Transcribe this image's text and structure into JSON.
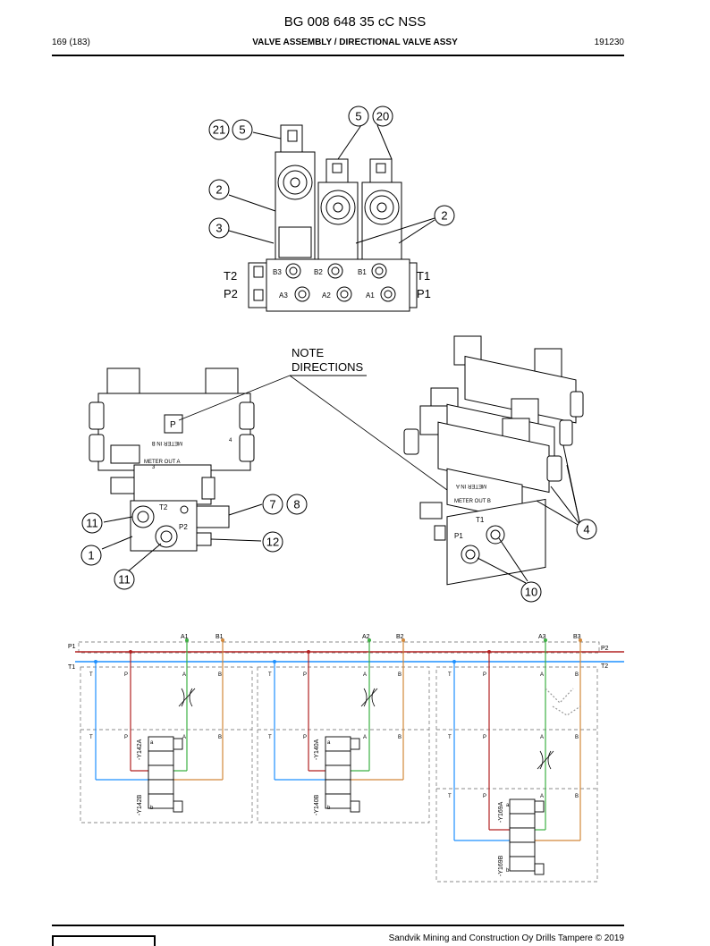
{
  "header": {
    "doc_title": "BG 008 648 35 cC NSS",
    "page": "169 (183)",
    "section": "VALVE ASSEMBLY / DIRECTIONAL VALVE ASSY",
    "date_code": "191230"
  },
  "top_view": {
    "port_labels": [
      "T2",
      "P2",
      "T1",
      "P1"
    ],
    "valve_port_labels": [
      "B3",
      "B2",
      "B1",
      "A3",
      "A2",
      "A1"
    ]
  },
  "callouts": {
    "c21": "21",
    "c5a": "5",
    "c5b": "5",
    "c20": "20",
    "c2a": "2",
    "c2b": "2",
    "c3": "3",
    "c7": "7",
    "c8": "8",
    "c11a": "11",
    "c11b": "11",
    "c1": "1",
    "c12": "12",
    "c4": "4",
    "c10": "10"
  },
  "note": {
    "line1": "NOTE",
    "line2": "DIRECTIONS"
  },
  "iso_left": {
    "meter_in_b": "METER IN B",
    "meter_out_a": "METER OUT A",
    "t2": "T2",
    "p2": "P2",
    "n4": "4",
    "n3": "3",
    "pp": "P"
  },
  "iso_right": {
    "meter_in_a": "METER IN A",
    "meter_out_b": "METER OUT B",
    "t1": "T1",
    "p1": "P1"
  },
  "schematic": {
    "line_labels": [
      "P1",
      "T1",
      "P2",
      "T2"
    ],
    "port_tops": [
      "A1",
      "B1",
      "A2",
      "B2",
      "A3",
      "B3"
    ],
    "port_letters": [
      "T",
      "P",
      "A",
      "B"
    ],
    "solenoids": [
      "-Y142A",
      "-Y142B",
      "-Y140A",
      "-Y140B",
      "-Y169A",
      "-Y169B"
    ],
    "coil_letters": [
      "a",
      "b"
    ],
    "colors": {
      "pressure": "#b22222",
      "tank": "#1e90ff",
      "a_line": "#3cb043",
      "b_line": "#d2883a"
    }
  },
  "footer": {
    "copyright": "Sandvik Mining and Construction Oy Drills Tampere © 2019"
  }
}
